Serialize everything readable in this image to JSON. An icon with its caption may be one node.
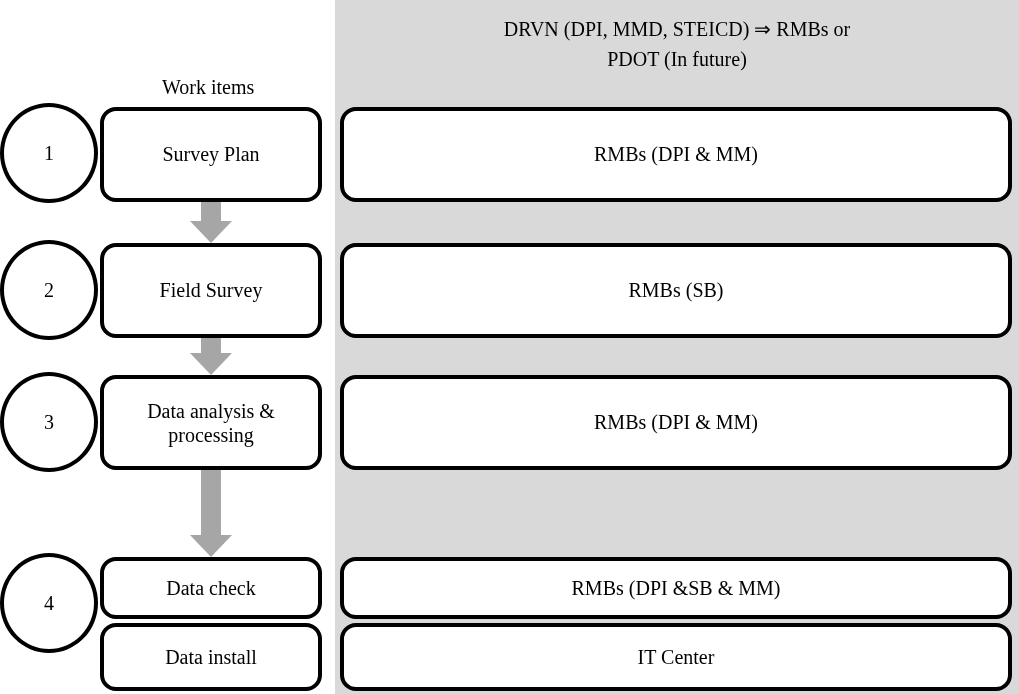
{
  "diagram": {
    "nodes": [
      {
        "text": [
          "DRVN (DPI, MMD, STEICD) ⇒ RMBs or PDOT (In future)"
        ]
      },
      {
        "text": [
          "1"
        ]
      },
      {
        "text": [
          "Survey Plan"
        ]
      },
      {
        "text": [
          "RMBs (DPI & MM)"
        ],
        "in": 0
      },
      {
        "text": [
          "2"
        ]
      },
      {
        "text": [
          "Field Survey"
        ]
      },
      {
        "text": [
          "RMBs (SB)"
        ],
        "in": 0
      },
      {
        "text": [
          "3"
        ]
      },
      {
        "text": [
          "Data analysis & processing"
        ]
      },
      {
        "text": [
          "RMBs (DPI & MM)"
        ],
        "in": 0
      },
      {
        "text": [
          "4"
        ]
      },
      {
        "text": [
          "Data check"
        ]
      },
      {
        "text": [
          "RMBs (DPI &SB & MM)"
        ],
        "in": 0
      },
      {
        "text": [
          "Data install"
        ]
      },
      {
        "text": [
          "IT Center"
        ],
        "in": 0
      }
    ],
    "edges": [
      {
        "from": 2,
        "to": 5,
        "arrow": "to"
      },
      {
        "from": 5,
        "to": 8,
        "arrow": "to"
      },
      {
        "from": 8,
        "to": 11,
        "arrow": "to"
      }
    ],
    "labels": [
      "Work items"
    ]
  }
}
